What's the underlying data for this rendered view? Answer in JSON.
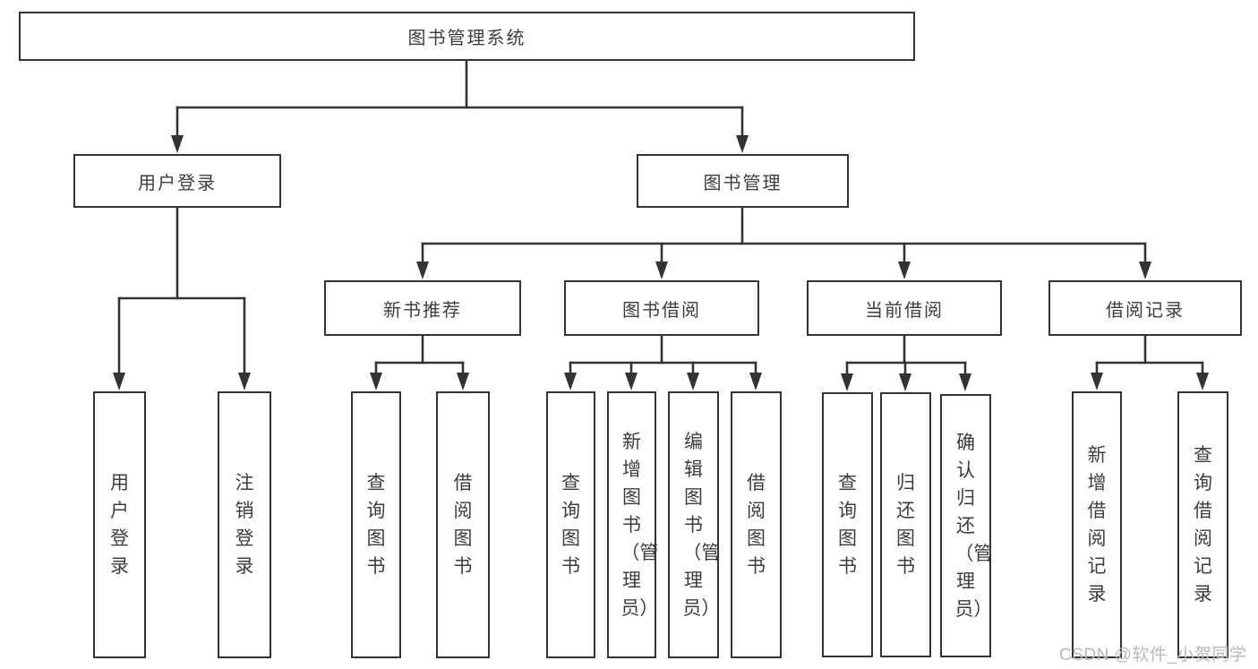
{
  "diagram": {
    "root": {
      "label": "图书管理系统"
    },
    "level2": [
      {
        "label": "用户登录"
      },
      {
        "label": "图书管理"
      }
    ],
    "level3": [
      {
        "label": "新书推荐"
      },
      {
        "label": "图书借阅"
      },
      {
        "label": "当前借阅"
      },
      {
        "label": "借阅记录"
      }
    ],
    "leaves": {
      "user_login": [
        "用户登录",
        "注销登录"
      ],
      "new_book_recommend": [
        "查询图书",
        "借阅图书"
      ],
      "book_borrowing": [
        "查询图书",
        "新增图书（管理员）",
        "编辑图书（管理员）",
        "借阅图书"
      ],
      "current_borrowing": [
        "查询图书",
        "归还图书",
        "确认归还（管理员）"
      ],
      "borrowing_records": [
        "新增借阅记录",
        "查询借阅记录"
      ]
    }
  },
  "watermark": {
    "text": "CSDN @软件_小贺同学"
  },
  "colors": {
    "line": "#333333",
    "text": "#3d3d3d",
    "background": "#ffffff",
    "watermark": "#b9b9b9"
  }
}
